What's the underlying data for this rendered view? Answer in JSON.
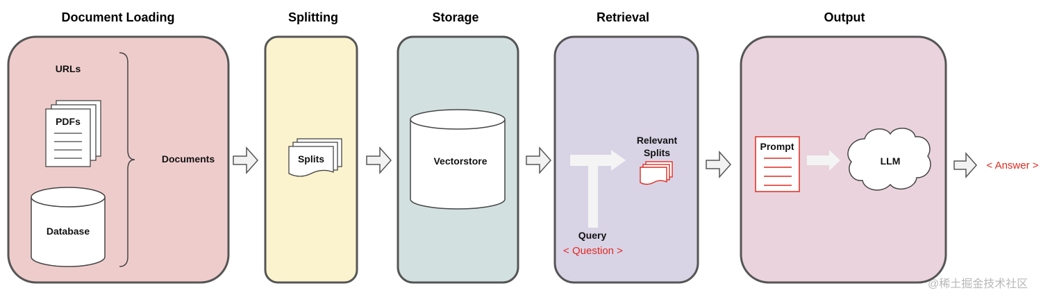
{
  "stages": {
    "loading": {
      "title": "Document Loading",
      "color": "#efcccc",
      "items": {
        "urls": "URLs",
        "pdfs": "PDFs",
        "database": "Database"
      },
      "output": "Documents"
    },
    "splitting": {
      "title": "Splitting",
      "color": "#fbf3cd",
      "item": "Splits"
    },
    "storage": {
      "title": "Storage",
      "color": "#d3e0e0",
      "item": "Vectorstore"
    },
    "retrieval": {
      "title": "Retrieval",
      "color": "#d9d3e6",
      "relevant_line1": "Relevant",
      "relevant_line2": "Splits",
      "query": "Query",
      "question": "< Question >"
    },
    "output": {
      "title": "Output",
      "color": "#ead3dc",
      "prompt": "Prompt",
      "llm": "LLM"
    }
  },
  "answer": "< Answer >",
  "accent_color": "#e02a1f",
  "watermark": "@稀土掘金技术社区"
}
